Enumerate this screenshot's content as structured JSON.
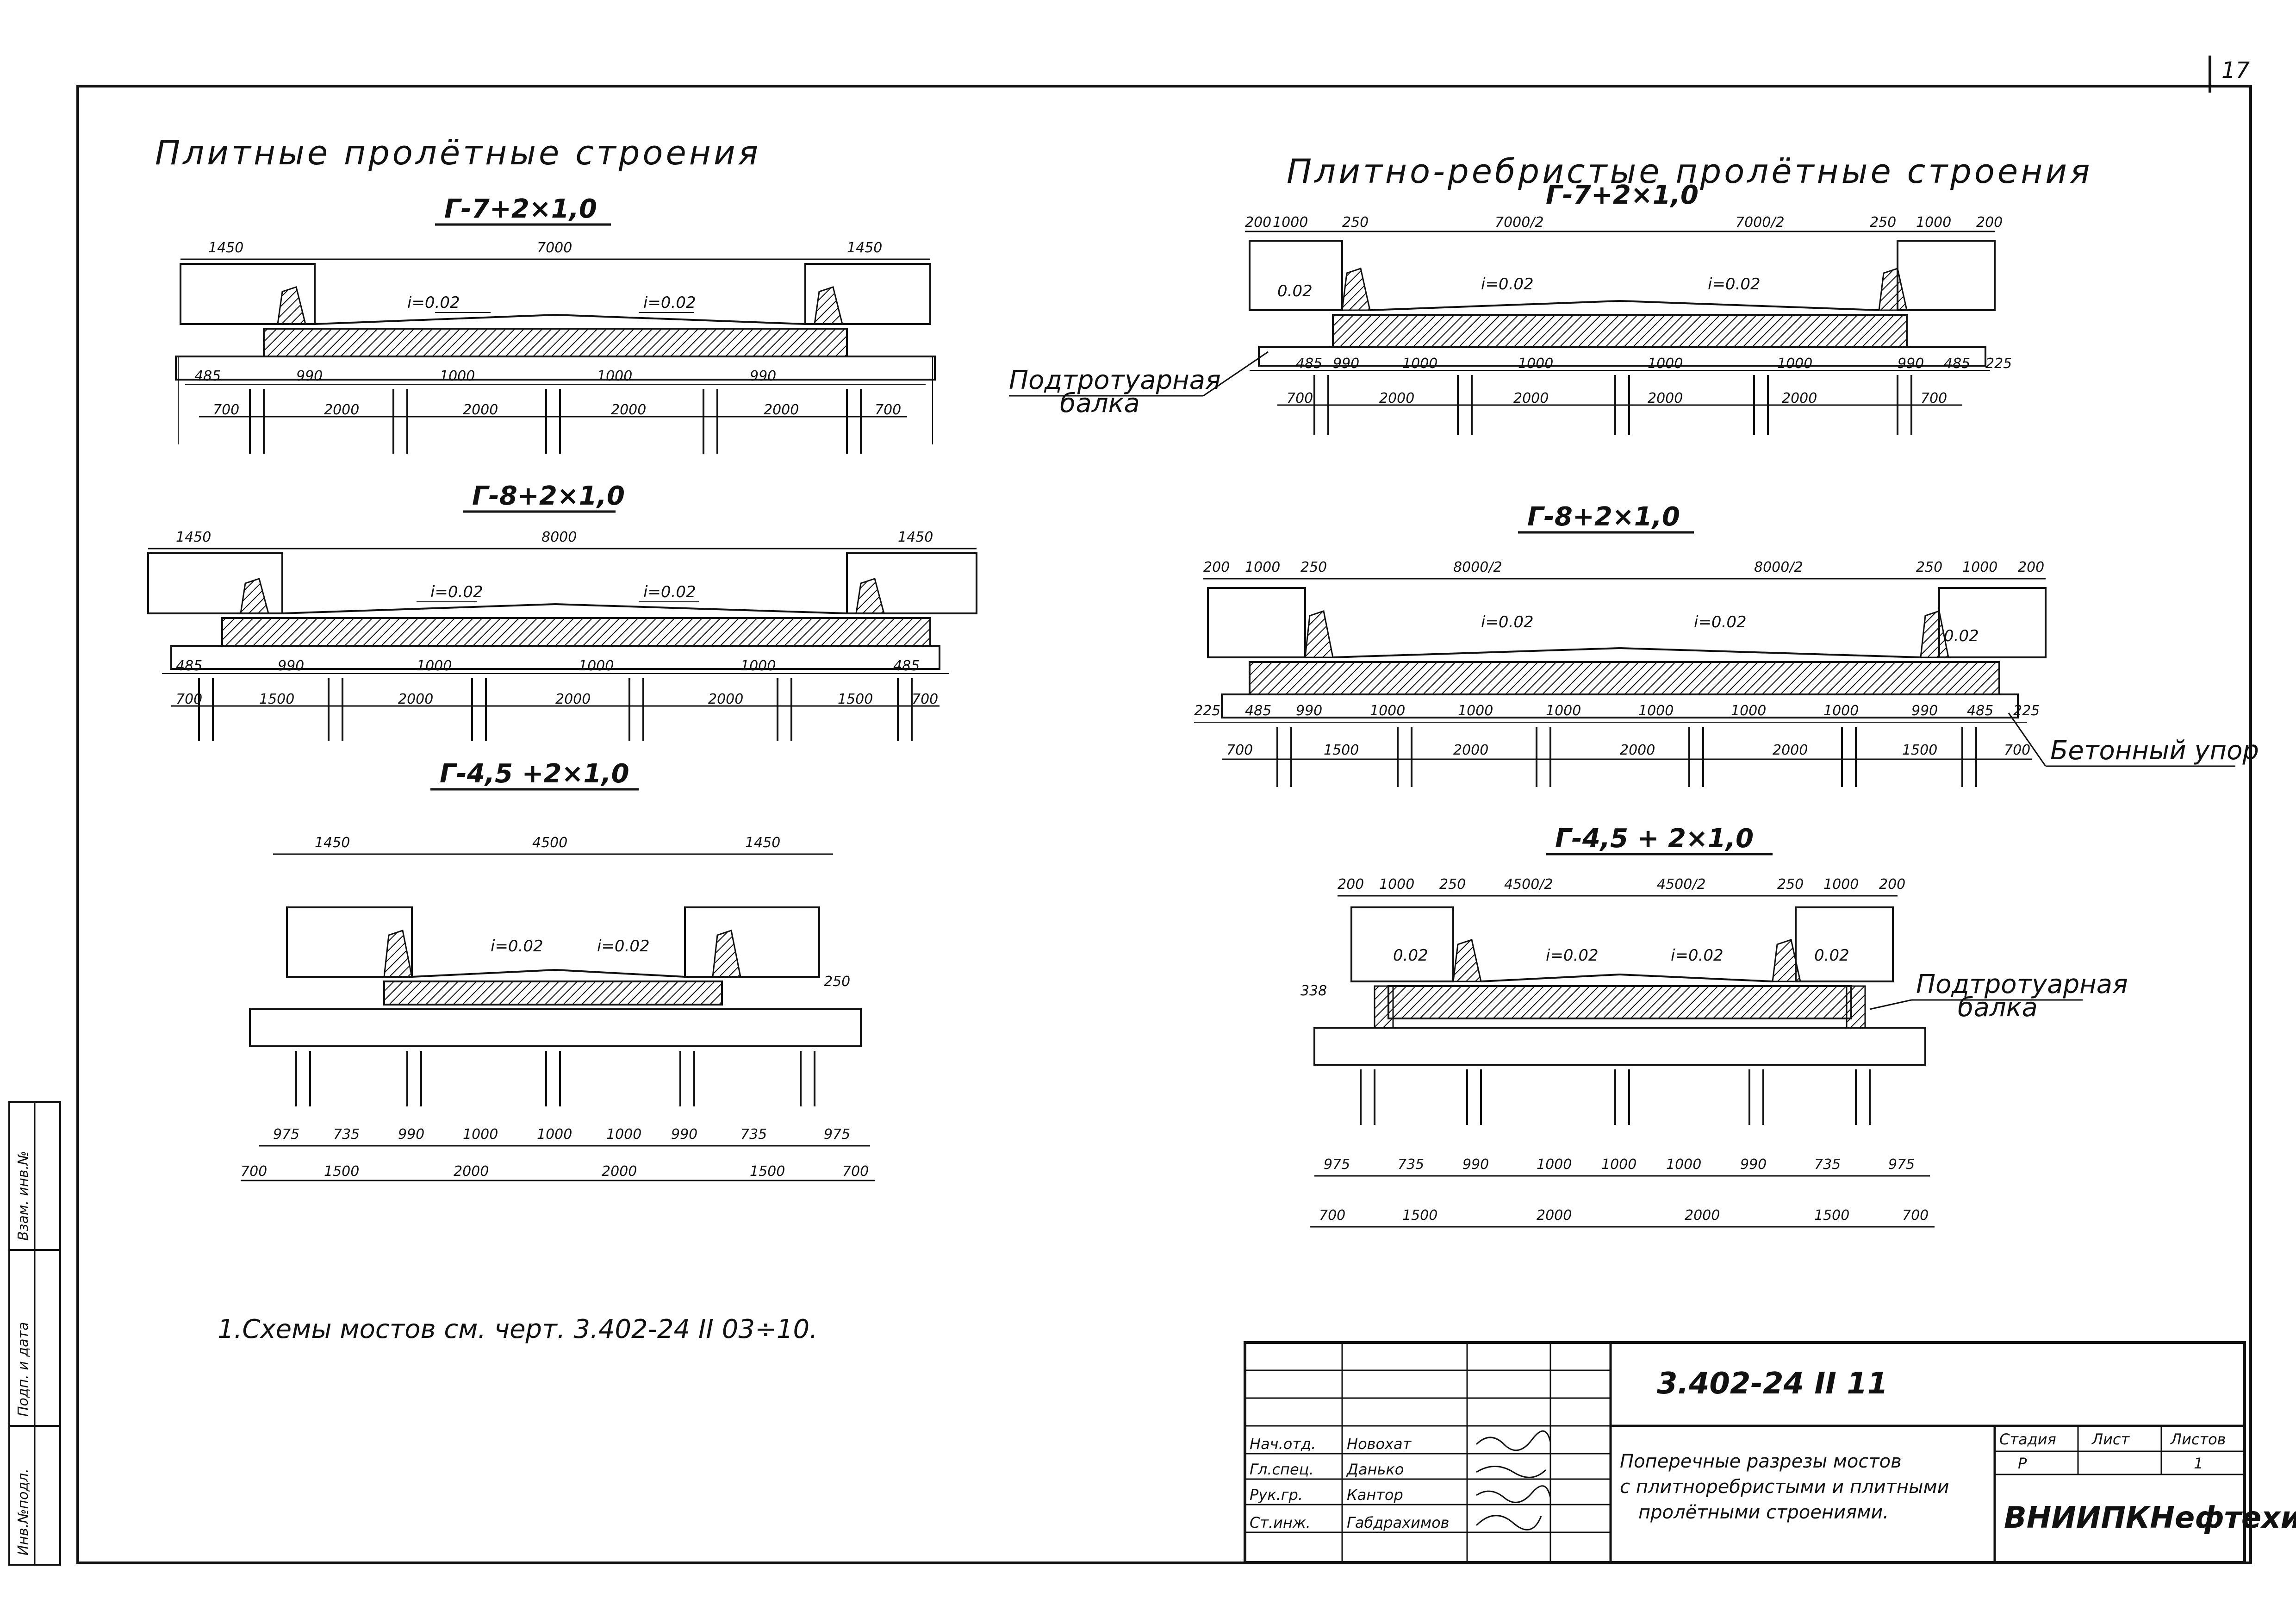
{
  "sheet": {
    "page_number": "17"
  },
  "side_strip": {
    "inv_no": "Инв.№подл.",
    "sign_date": "Подп. и дата",
    "replaced": "Взам. инв.№"
  },
  "left_group": {
    "title": "Плитные пролётные строения",
    "sections": [
      {
        "label": "Г-7+2×1,0",
        "top_dims": [
          "1450",
          "7000",
          "1450"
        ],
        "slope_left": "i=0.02",
        "slope_right": "i=0.02",
        "mid_dims": [
          "485",
          "990",
          "1000",
          "1000",
          "990"
        ],
        "bot_dims": [
          "700",
          "2000",
          "2000",
          "2000",
          "2000",
          "700"
        ]
      },
      {
        "label": "Г-8+2×1,0",
        "top_dims": [
          "1450",
          "8000",
          "1450"
        ],
        "slope_left": "i=0.02",
        "slope_right": "i=0.02",
        "mid_dims": [
          "485",
          "990",
          "1000",
          "1000",
          "1000",
          "485"
        ],
        "bot_dims": [
          "700",
          "1500",
          "2000",
          "2000",
          "2000",
          "1500",
          "700"
        ]
      },
      {
        "label": "Г-4,5 +2×1,0",
        "top_dims": [
          "1450",
          "4500",
          "1450"
        ],
        "slope_left": "i=0.02",
        "slope_right": "i=0.02",
        "edge_dim": "250",
        "mid_dims": [
          "975",
          "735",
          "990",
          "1000",
          "1000",
          "1000",
          "990",
          "735",
          "975"
        ],
        "bot_dims": [
          "700",
          "1500",
          "2000",
          "2000",
          "1500",
          "700"
        ]
      }
    ]
  },
  "right_group": {
    "title": "Плитно-ребристые пролётные строения",
    "sections": [
      {
        "label": "Г-7+2×1,0",
        "top_dims": [
          "200",
          "1000",
          "250",
          "7000/2",
          "7000/2",
          "250",
          "1000",
          "200"
        ],
        "slope_walk_left": "0.02",
        "slope_left": "i=0.02",
        "slope_right": "i=0.02",
        "mid_dims": [
          "485",
          "990",
          "1000",
          "1000",
          "1000",
          "1000",
          "990",
          "485",
          "225"
        ],
        "bot_dims": [
          "700",
          "2000",
          "2000",
          "2000",
          "2000",
          "700"
        ],
        "callout_line1": "Подтротуарная",
        "callout_line2": "балка"
      },
      {
        "label": "Г-8+2×1,0",
        "top_dims": [
          "200",
          "1000",
          "250",
          "8000/2",
          "8000/2",
          "250",
          "1000",
          "200"
        ],
        "slope_left": "i=0.02",
        "slope_right": "i=0.02",
        "slope_walk_right": "0.02",
        "mid_dims": [
          "225",
          "485",
          "990",
          "1000",
          "1000",
          "1000",
          "1000",
          "1000",
          "1000",
          "990",
          "485",
          "225"
        ],
        "bot_dims": [
          "700",
          "1500",
          "2000",
          "2000",
          "2000",
          "1500",
          "700"
        ],
        "callout": "Бетонный упор"
      },
      {
        "label": "Г-4,5 + 2×1,0",
        "top_dims": [
          "200",
          "1000",
          "250",
          "4500/2",
          "4500/2",
          "250",
          "1000",
          "200"
        ],
        "slope_walk_left": "0.02",
        "slope_left": "i=0.02",
        "slope_right": "i=0.02",
        "slope_walk_right": "0.02",
        "edge_dim": "338",
        "mid_dims": [
          "975",
          "735",
          "990",
          "1000",
          "1000",
          "1000",
          "990",
          "735",
          "975"
        ],
        "bot_dims": [
          "700",
          "1500",
          "2000",
          "2000",
          "1500",
          "700"
        ],
        "callout_line1": "Подтротуарная",
        "callout_line2": "балка"
      }
    ]
  },
  "note": "1.Схемы мостов см. черт. 3.402-24 II 03÷10.",
  "title_block": {
    "code": "3.402-24 II 11",
    "rows": [
      {
        "role": "Нач.отд.",
        "name": "Новохат"
      },
      {
        "role": "Гл.спец.",
        "name": "Данько"
      },
      {
        "role": "Рук.гр.",
        "name": "Кантор"
      },
      {
        "role": "Ст.инж.",
        "name": "Габдрахимов"
      }
    ],
    "title_lines": [
      "Поперечные разрезы мостов",
      "с плитноребристыми и плитными",
      "пролётными строениями."
    ],
    "stage_label": "Стадия",
    "sheet_label": "Лист",
    "sheets_label": "Листов",
    "stage_value": "Р",
    "sheets_value": "1",
    "organization": "ВНИИПКНефтехим"
  }
}
